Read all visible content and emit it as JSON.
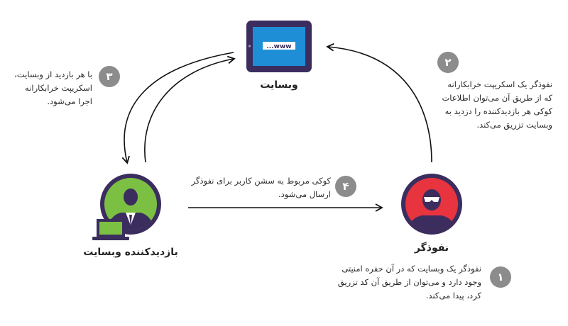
{
  "website": {
    "label": "وبسایت",
    "url_text": "...www"
  },
  "visitor": {
    "label": "بازدیدکننده وبسایت"
  },
  "attacker": {
    "label": "نفوذگر"
  },
  "steps": [
    {
      "number": "۱",
      "lines": [
        "نفوذگر یک وبسایت که در آن حفره امنیتی",
        "وجود دارد و می‌توان از طریق آن کد تزریق",
        "کرد، پیدا می‌کند."
      ]
    },
    {
      "number": "۲",
      "lines": [
        "نفوذگر یک اسکریپت خرابکارانه",
        "که از طریق آن می‌توان اطلاعات",
        "کوکی هر بازدیدکننده را دزدید به",
        "وبسایت تزریق می‌کند."
      ]
    },
    {
      "number": "۳",
      "lines": [
        "با هر بازدید از وبسایت،",
        "اسکریپت خرابکارانه",
        "اجرا می‌شود."
      ]
    },
    {
      "number": "۴",
      "lines": [
        "کوکی مربوط به سشن کاربر برای نفوذگر",
        "ارسال می‌شود."
      ]
    }
  ],
  "colors": {
    "frame": "#3b2d5e",
    "screen": "#1e8fd6",
    "visitor_bg": "#7bc043",
    "attacker_bg": "#e8343f",
    "badge": "#8c8c8c",
    "arrow": "#111111"
  }
}
